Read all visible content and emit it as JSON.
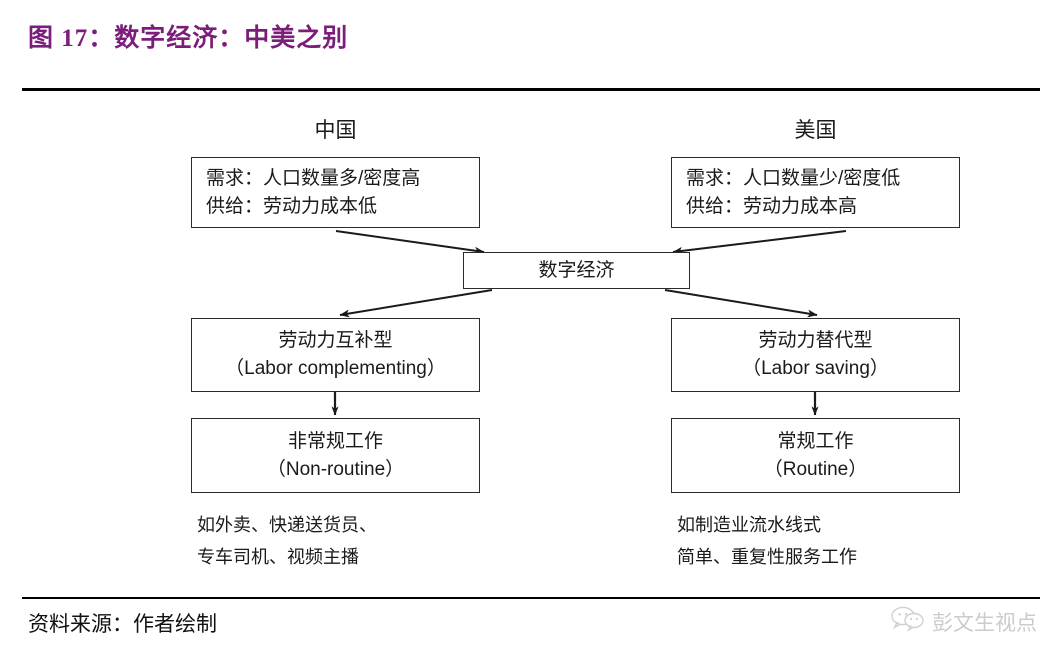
{
  "header": {
    "figure_title": "图 17：数字经济：中美之别",
    "title_color": "#7b1d7b"
  },
  "diagram": {
    "columns": [
      {
        "id": "china",
        "label": "中国"
      },
      {
        "id": "us",
        "label": "美国"
      }
    ],
    "china": {
      "condition_box": {
        "line1": "需求：人口数量多/密度高",
        "line2": "供给：劳动力成本低"
      },
      "type_box": {
        "line1": "劳动力互补型",
        "line2": "（Labor complementing）"
      },
      "job_box": {
        "line1": "非常规工作",
        "line2": "（Non-routine）"
      },
      "note": {
        "line1": "如外卖、快递送货员、",
        "line2": "专车司机、视频主播"
      }
    },
    "us": {
      "condition_box": {
        "line1": "需求：人口数量少/密度低",
        "line2": "供给：劳动力成本高"
      },
      "type_box": {
        "line1": "劳动力替代型",
        "line2": "（Labor saving）"
      },
      "job_box": {
        "line1": "常规工作",
        "line2": "（Routine）"
      },
      "note": {
        "line1": "如制造业流水线式",
        "line2": "简单、重复性服务工作"
      }
    },
    "center_box": {
      "label": "数字经济"
    },
    "edge_color": "#1a1a1a"
  },
  "footer": {
    "source": "资料来源：作者绘制",
    "watermark_text": "彭文生视点"
  }
}
